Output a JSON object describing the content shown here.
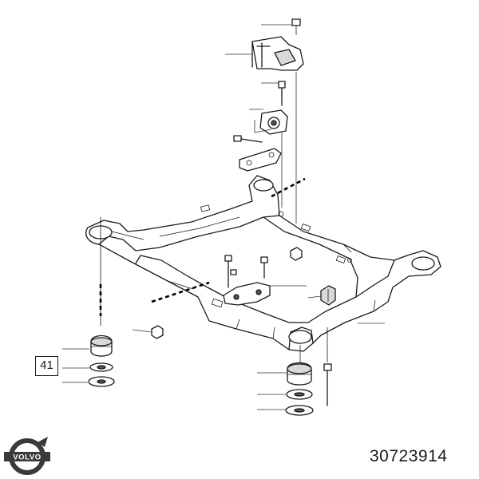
{
  "reference_label": "41",
  "part_number": "30723914",
  "brand": {
    "name": "VOLVO",
    "logo_color": "#3a3a3a"
  }
}
